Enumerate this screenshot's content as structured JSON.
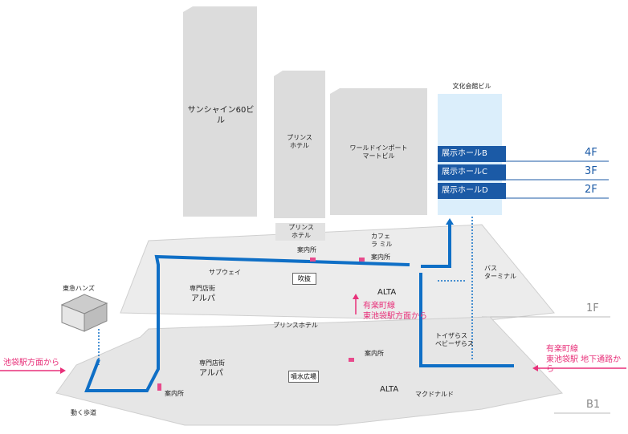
{
  "buildings": {
    "sunshine60": "サンシャイン60ビル",
    "prince_hotel": "プリンス\nホテル",
    "world_import": "ワールドインポート\nマートビル",
    "bunka_kaikan": "文化会館ビル"
  },
  "halls": [
    {
      "name": "展示ホールB",
      "floor": "4F"
    },
    {
      "name": "展示ホールC",
      "floor": "3F"
    },
    {
      "name": "展示ホールD",
      "floor": "2F"
    }
  ],
  "floors": {
    "f1": "1F",
    "b1": "B1"
  },
  "f1_labels": {
    "prince_hotel": "プリンス\nホテル",
    "cafe": "カフェ\nラ ミル",
    "info1": "案内所",
    "info2": "案内所",
    "subway": "サブウェイ",
    "alpa_sub": "専門店街",
    "alpa": "アルパ",
    "fukinuke": "吹抜",
    "alta": "ALTA",
    "bus": "バス\nターミナル"
  },
  "b1_labels": {
    "prince_hotel": "プリンスホテル",
    "info1": "案内所",
    "info2": "案内所",
    "alpa_sub": "専門店街",
    "alpa": "アルパ",
    "fountain": "噴水広場",
    "alta": "ALTA",
    "mcd": "マクドナルド",
    "toys": "トイザらス\nベビーザらス",
    "walkway": "動く歩道",
    "tokyu": "東急ハンズ"
  },
  "routes": {
    "from_ikebukuro": "池袋駅方面から",
    "yurakucho_f1": "有楽町線\n東池袋駅方面から",
    "yurakucho_b1": "有楽町線\n東池袋駅 地下通路から"
  },
  "colors": {
    "route": "#0f6fc6",
    "hall": "#1b5aa6",
    "arrow": "#e8317a",
    "building": "#dcdcdc"
  }
}
